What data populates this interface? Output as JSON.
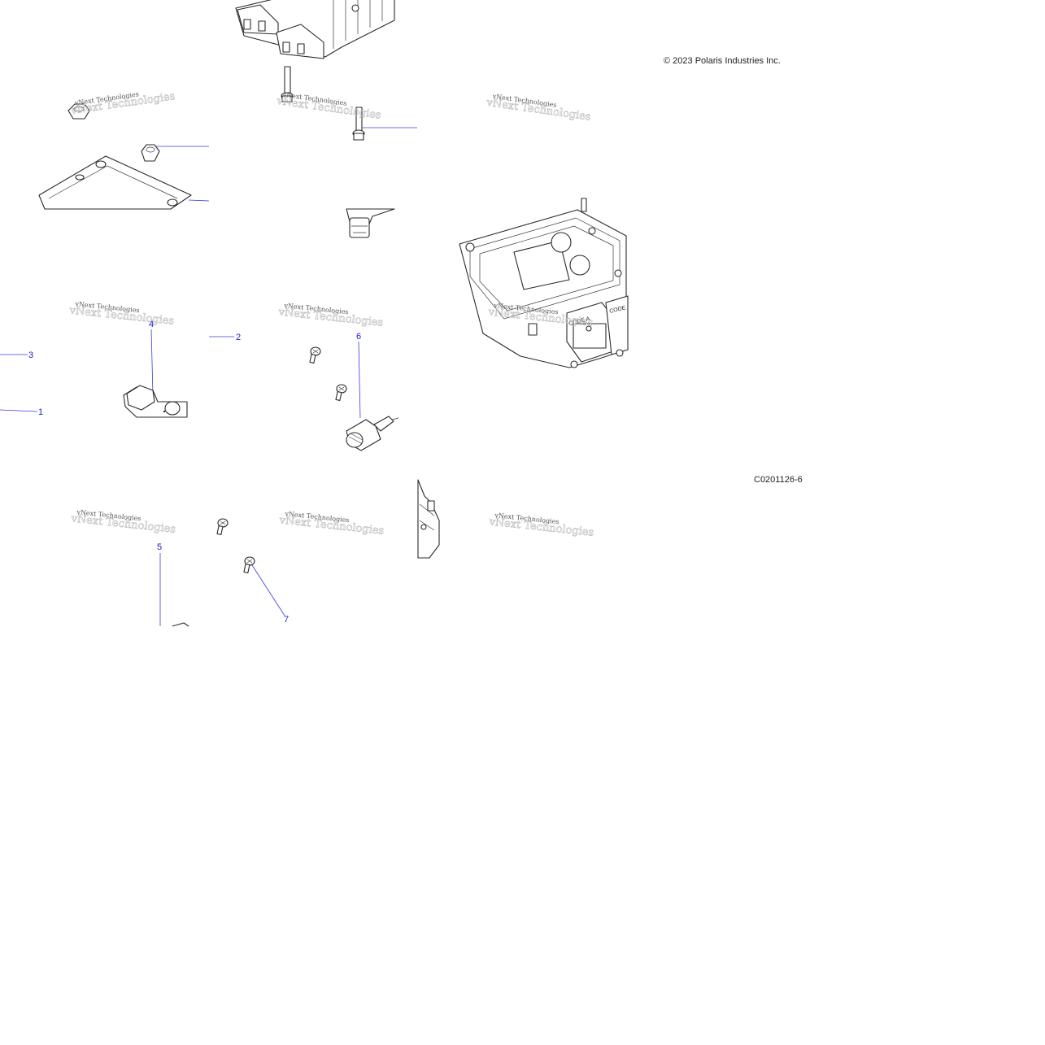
{
  "copyright": "© 2023 Polaris Industries Inc.",
  "figure_id": "C0201126-6",
  "watermark": {
    "line1": "vNext Technologies",
    "line2": "vNext Technologies"
  },
  "callouts": {
    "c1": "1",
    "c2": "2",
    "c3": "3",
    "c4": "4",
    "c5": "5",
    "c6": "6",
    "c7": "7"
  },
  "connector_labels": {
    "code_a": "CODE A",
    "code_b": "CODE"
  },
  "colors": {
    "callout": "#1a1ad6",
    "line_art": "#2a2a2a",
    "background": "#ffffff"
  }
}
